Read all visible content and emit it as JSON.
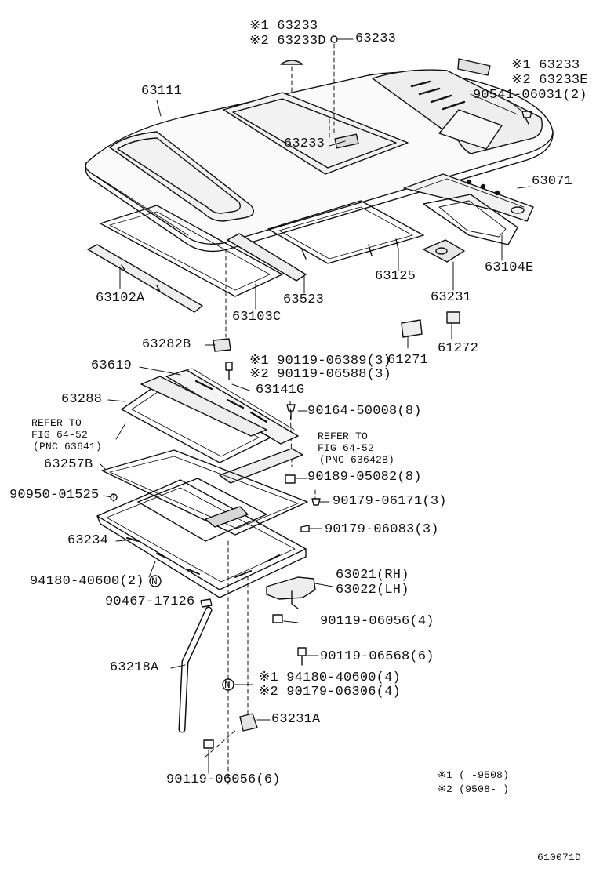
{
  "labels": {
    "l_63233_1": "※1 63233",
    "l_63233d": "※2 63233D",
    "l_63233_top": "63233",
    "l_63111": "63111",
    "l_63233e_1": "※1 63233",
    "l_63233e_2": "※2 63233E",
    "l_90541": "90541-06031(2)",
    "l_63233_mid": "63233",
    "l_63071": "63071",
    "l_63104e": "63104E",
    "l_63125": "63125",
    "l_63231": "63231",
    "l_63102a": "63102A",
    "l_63523": "63523",
    "l_63103c": "63103C",
    "l_61271": "61271",
    "l_61272": "61272",
    "l_63282b": "63282B",
    "l_90119_06389": "※1 90119-06389(3)",
    "l_90119_06588": "※2 90119-06588(3)",
    "l_63619": "63619",
    "l_63141g": "63141G",
    "l_63288": "63288",
    "l_90164": "90164-50008(8)",
    "l_refer1_a": "REFER TO",
    "l_refer1_b": "FIG 64-52",
    "l_refer1_c": "(PNC 63641)",
    "l_refer2_a": "REFER TO",
    "l_refer2_b": "FIG 64-52",
    "l_refer2_c": "(PNC 63642B)",
    "l_63257b": "63257B",
    "l_90189": "90189-05082(8)",
    "l_90950": "90950-01525",
    "l_90179_06171": "90179-06171(3)",
    "l_90179_06083": "90179-06083(3)",
    "l_63234": "63234",
    "l_63021": "63021(RH)",
    "l_63022": "63022(LH)",
    "l_94180_left": "94180-40600(2)",
    "l_n_left": "N",
    "l_90467": "90467-17126",
    "l_90119_06056_4": "90119-06056(4)",
    "l_90119_06568": "90119-06568(6)",
    "l_63218a": "63218A",
    "l_n_mid": "N",
    "l_94180_mid": "※1 94180-40600(4)",
    "l_90179_06306": "※2 90179-06306(4)",
    "l_63231a": "63231A",
    "l_90119_06056_6": "90119-06056(6)",
    "l_note1": "※1 (     -9508)",
    "l_note2": "※2 (9508-     )",
    "l_code": "610071D"
  },
  "colors": {
    "ink": "#111111",
    "paper": "#ffffff",
    "shade": "#d9d9d9"
  }
}
